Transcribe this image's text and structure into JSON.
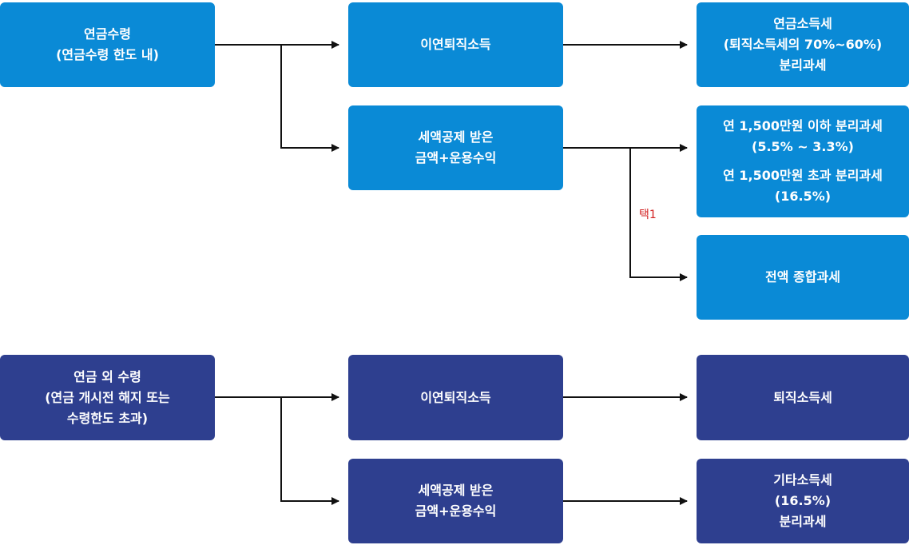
{
  "colors": {
    "primary": "#0a8ad6",
    "secondary": "#2e3f8f",
    "accent": "#d21f1f",
    "line": "#111111"
  },
  "pension": {
    "source": [
      "연금수령",
      "(연금수령 한도 내)"
    ],
    "deferred": [
      "이연퇴직소득"
    ],
    "deductible": [
      "세액공제 받은",
      "금액+운용수익"
    ],
    "result_deferred": [
      "연금소득세",
      "(퇴직소득세의 70%~60%)",
      "분리과세"
    ],
    "result_small": [
      "연 1,500만원 이하 분리과세",
      "(5.5% ~ 3.3%)"
    ],
    "result_large": [
      "연 1,500만원 초과 분리과세",
      "(16.5%)"
    ],
    "choice_label": "택1",
    "result_global": [
      "전액 종합과세"
    ]
  },
  "non_pension": {
    "source": [
      "연금 외 수령",
      "(연금 개시전 해지 또는",
      "수령한도 초과)"
    ],
    "deferred": [
      "이연퇴직소득"
    ],
    "deductible": [
      "세액공제 받은",
      "금액+운용수익"
    ],
    "result_deferred": [
      "퇴직소득세"
    ],
    "result_other": [
      "기타소득세",
      "(16.5%)",
      "분리과세"
    ]
  }
}
